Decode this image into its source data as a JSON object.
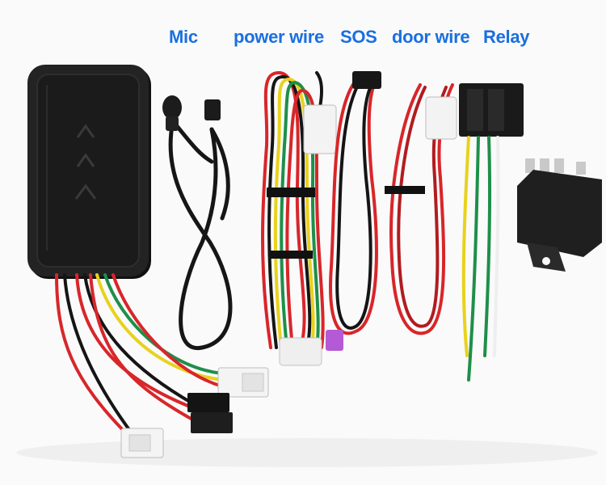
{
  "labels": {
    "mic": "Mic",
    "power_wire": "power wire",
    "sos": "SOS",
    "door_wire": "door wire",
    "relay": "Relay"
  },
  "colors": {
    "label_blue": "#1a6fe0",
    "device_black": "#1e1e1e",
    "wire_red": "#d8262a",
    "wire_yellow": "#e8d21c",
    "wire_green": "#1e8f4a",
    "wire_white": "#eeeeee",
    "wire_black": "#151515"
  }
}
